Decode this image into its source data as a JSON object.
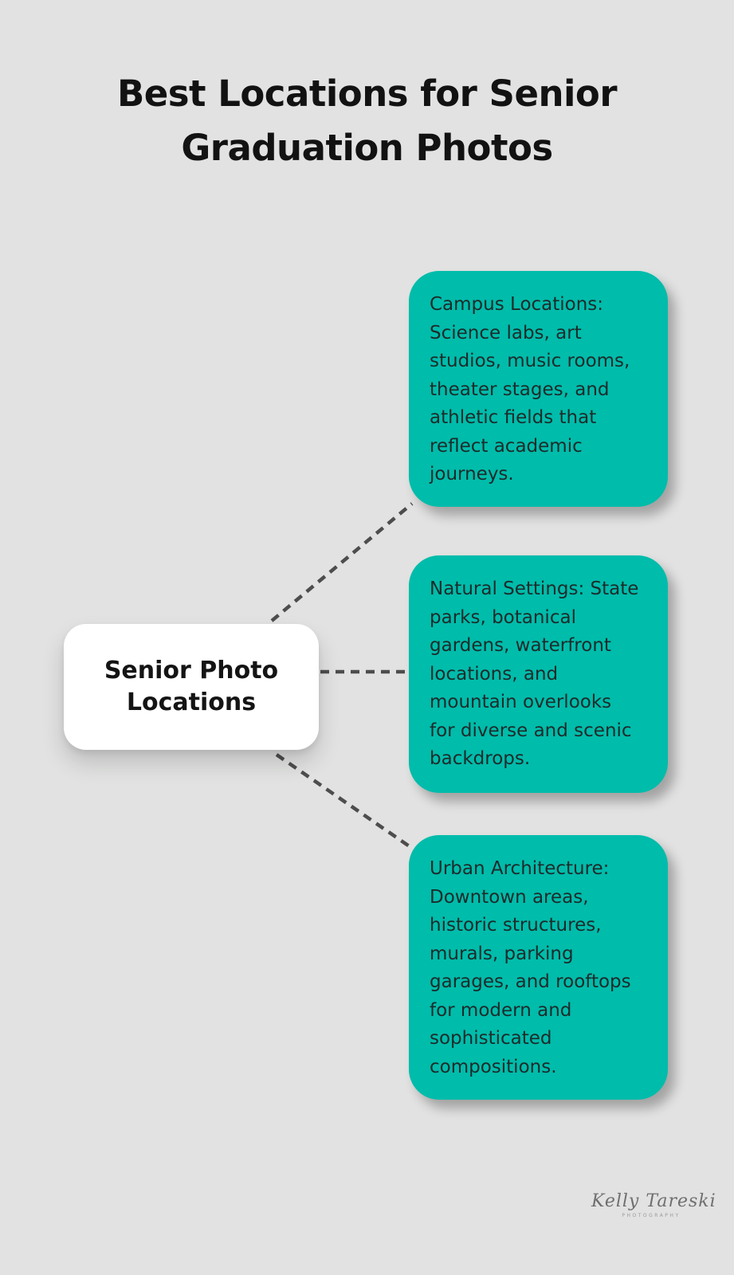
{
  "page": {
    "background": "#e1e2e1",
    "accent": "#00bcab",
    "connector_color": "#4d4d4d",
    "card_text_color": "#1c2b2a"
  },
  "title": {
    "text": "Best Locations for Senior\nGraduation Photos"
  },
  "center_node": {
    "label": "Senior Photo\nLocations"
  },
  "nodes": [
    {
      "id": "campus",
      "text": "Campus Locations:\nScience labs, art\nstudios, music rooms,\ntheater stages, and\nathletic fields that\nreflect academic\njourneys."
    },
    {
      "id": "natural",
      "text": "Natural Settings: State\nparks, botanical\ngardens, waterfront\nlocations, and\nmountain overlooks\nfor diverse and scenic\nbackdrops."
    },
    {
      "id": "urban",
      "text": "Urban Architecture:\nDowntown areas,\nhistoric structures,\nmurals, parking\ngarages, and rooftops\nfor modern and\nsophisticated\ncompositions."
    }
  ],
  "signature": {
    "name": "Kelly Tareski",
    "subtitle": "PHOTOGRAPHY"
  }
}
